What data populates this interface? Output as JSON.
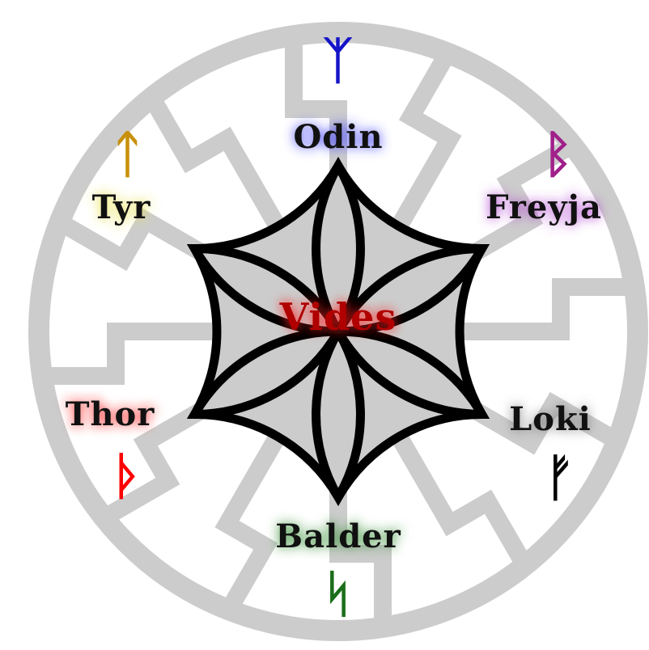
{
  "center_label": {
    "text": "Vides",
    "glow": "#ff1a1a",
    "fill": "#b00000"
  },
  "deities": [
    {
      "key": "odin",
      "name": "Odin",
      "glow": "#3a3aff",
      "rune": "ᛉ",
      "rune_color": "#1414c8"
    },
    {
      "key": "freyja",
      "name": "Freyja",
      "glow": "#b040d0",
      "rune": "ᛒ",
      "rune_color": "#a0208a"
    },
    {
      "key": "loki",
      "name": "Loki",
      "glow": "#7a7a7a",
      "rune": "ᚠ",
      "rune_color": "#000000"
    },
    {
      "key": "balder",
      "name": "Balder",
      "glow": "#2e8b2e",
      "rune": "ᛋ",
      "rune_color": "#1a6e1a"
    },
    {
      "key": "thor",
      "name": "Thor",
      "glow": "#ff2020",
      "rune": "ᚦ",
      "rune_color": "#ff0000"
    },
    {
      "key": "tyr",
      "name": "Tyr",
      "glow": "#e8e040",
      "rune": "ᛏ",
      "rune_color": "#c8900a"
    }
  ],
  "colors": {
    "sun_wheel": "#cccccc",
    "background": "#ffffff",
    "hexafoil_stroke": "#000000",
    "hexafoil_fill": "#cccccc"
  }
}
